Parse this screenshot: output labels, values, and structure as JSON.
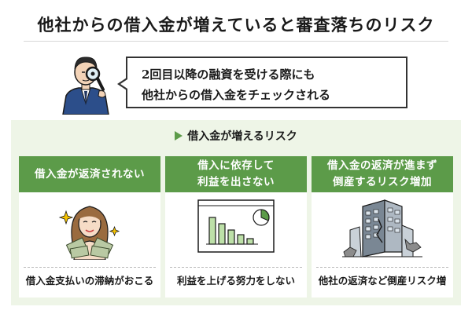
{
  "title": "他社からの借入金が増えていると審査落ちのリスク",
  "callout": {
    "line1": "2回目以降の融資を受ける際にも",
    "line2": "他社からの借入金をチェックされる"
  },
  "section": {
    "heading": "借入金が増えるリスク",
    "accent_color": "#5c9b49",
    "panel_color": "#eef5e7"
  },
  "cards": [
    {
      "header_line1": "借入金が返済されない",
      "header_line2": "",
      "illustration": "woman-with-money-icon",
      "footer": "借入金支払いの滞納がおこる"
    },
    {
      "header_line1": "借入に依存して",
      "header_line2": "利益を出さない",
      "illustration": "chart-board-icon",
      "footer": "利益を上げる努力をしない"
    },
    {
      "header_line1": "借入金の返済が進まず",
      "header_line2": "倒産するリスク増加",
      "illustration": "crumbling-building-icon",
      "footer": "他社の返済など倒産リスク増"
    }
  ]
}
